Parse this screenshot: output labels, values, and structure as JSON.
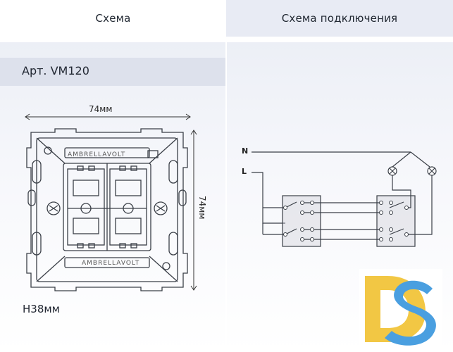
{
  "header": {
    "left_title": "Схема",
    "right_title": "Схема подключения"
  },
  "product": {
    "article": "Арт. VM120",
    "width_label": "74мм",
    "height_label": "74мм",
    "depth_label": "H38мм",
    "brand_engraving": "AMBRELLAVOLT"
  },
  "wiring": {
    "neutral_label": "N",
    "line_label": "L"
  },
  "logo": {
    "text": "DS",
    "colors": [
      "#f2c744",
      "#4a9fe0"
    ]
  },
  "colors": {
    "header_right_bg": "#e8ebf4",
    "band_bg": "#eceff6",
    "line": "#3a3f47"
  }
}
